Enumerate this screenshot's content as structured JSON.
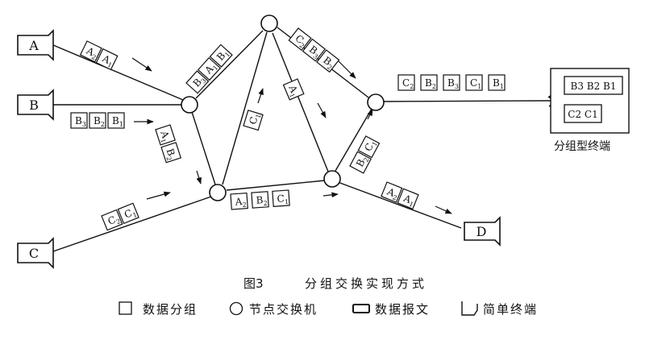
{
  "figure": {
    "caption_label": "图3",
    "caption_title": "分组交换实现方式"
  },
  "terminals": {
    "A": "A",
    "B": "B",
    "C": "C",
    "D": "D"
  },
  "packet_labels": {
    "a_stream": [
      "A2",
      "A1"
    ],
    "b_stream": [
      "B3",
      "B2",
      "B1"
    ],
    "c_stream": [
      "C2",
      "C1"
    ],
    "n1_up": [
      "B3",
      "A1",
      "B1"
    ],
    "n1_down": [
      "A1",
      "B2"
    ],
    "n2_right": [
      "C2",
      "B3",
      "B2"
    ],
    "n3_n2": [
      "C1"
    ],
    "n2_n4": [
      "A1"
    ],
    "n3_n4": [
      "A2",
      "B2",
      "C1"
    ],
    "n4_n5": [
      "B2",
      "C1"
    ],
    "n4_d": [
      "A2",
      "A1"
    ],
    "out": [
      "C2",
      "B2",
      "B3",
      "C1",
      "B1"
    ]
  },
  "output_terminal": {
    "row1": "B3 B2 B1",
    "row2": "C2 C1",
    "label": "分组型终端"
  },
  "legend": {
    "packet": "数据分组",
    "node": "节点交换机",
    "message": "数据报文",
    "simple_terminal": "简单终端"
  }
}
